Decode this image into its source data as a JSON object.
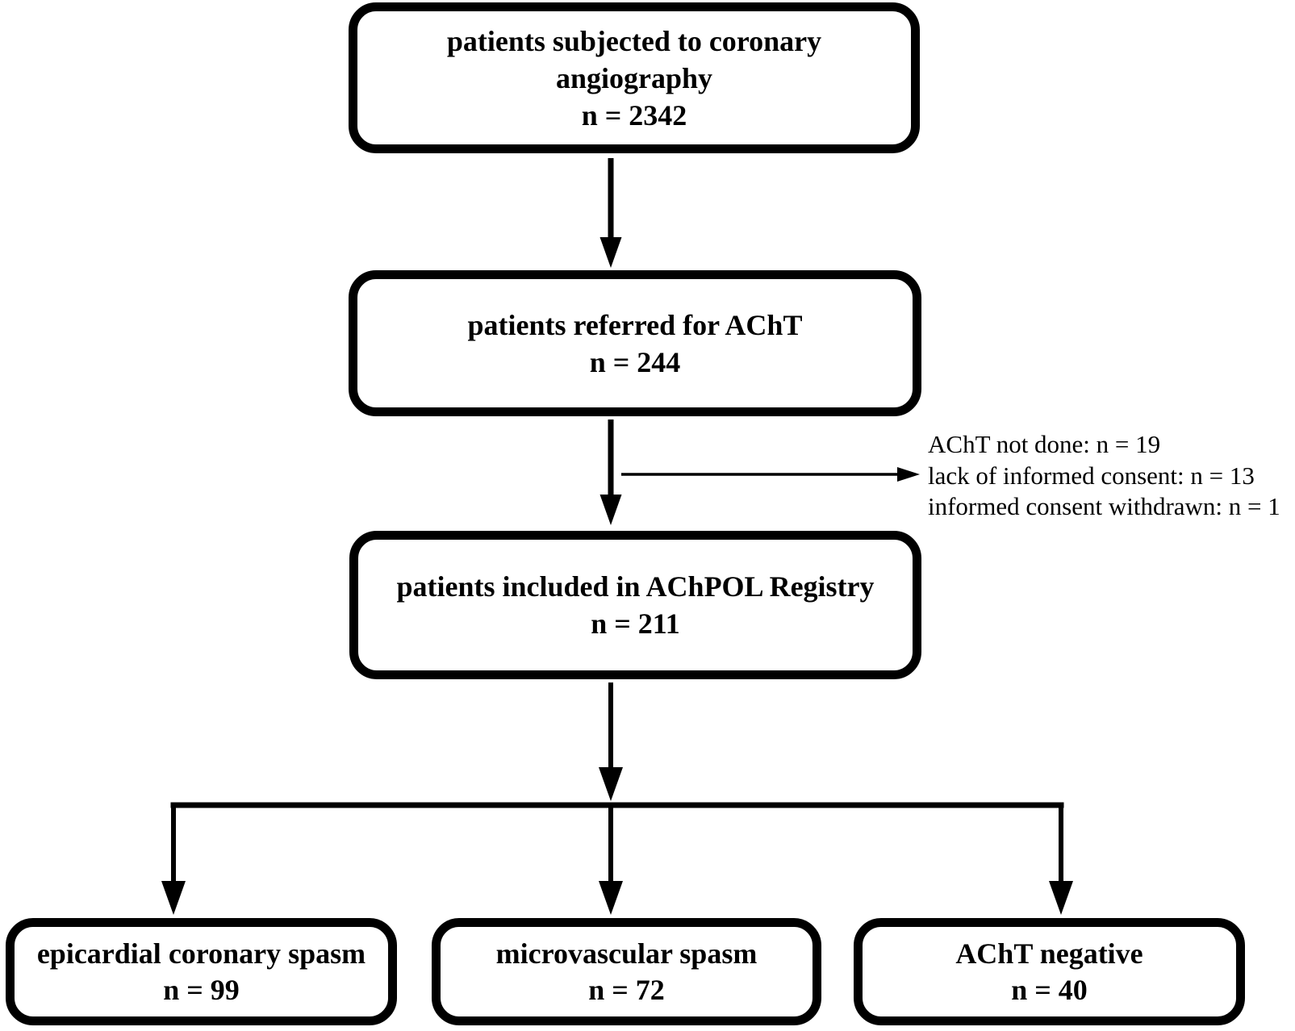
{
  "figure": {
    "colors": {
      "ink": "#000000",
      "background": "#ffffff"
    },
    "boxes": {
      "angiography": {
        "line1": "patients subjected to coronary",
        "line2": "angiography",
        "count": "n = 2342"
      },
      "referred": {
        "line1": "patients referred for AChT",
        "count": "n = 244"
      },
      "registry": {
        "line1": "patients included in AChPOL Registry",
        "count": "n = 211"
      },
      "epicardial": {
        "line1": "epicardial coronary spasm",
        "count": "n = 99"
      },
      "microvascular": {
        "line1": "microvascular spasm",
        "count": "n = 72"
      },
      "acht_negative": {
        "line1": "AChT negative",
        "count": "n = 40"
      }
    },
    "exclusions": {
      "line1": "AChT not done: n = 19",
      "line2": "lack of informed consent: n = 13",
      "line3": "informed consent withdrawn: n = 1"
    }
  }
}
